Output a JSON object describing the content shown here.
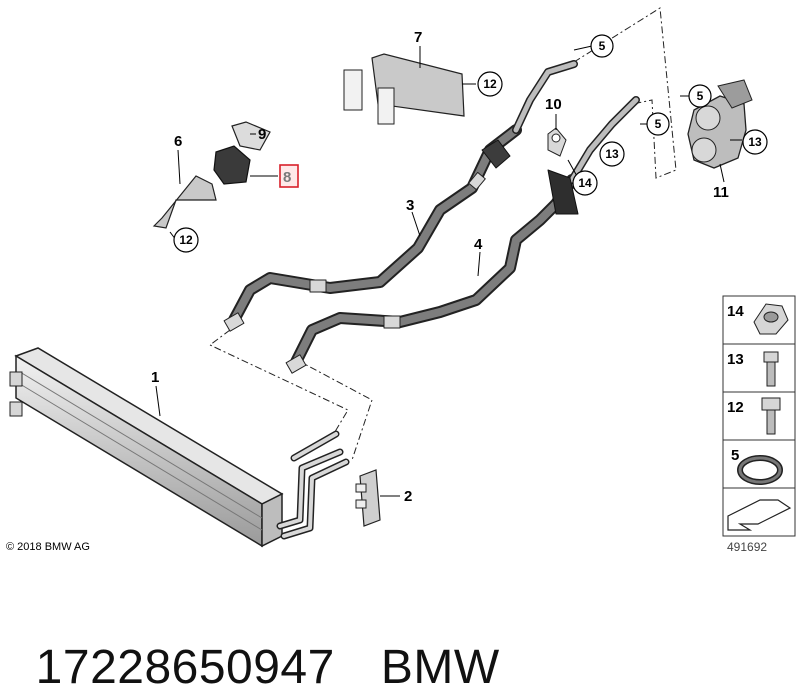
{
  "callouts": {
    "c1": "1",
    "c2": "2",
    "c3": "3",
    "c4": "4",
    "c5a": "5",
    "c5b": "5",
    "c5c": "5",
    "c6": "6",
    "c7": "7",
    "c8": "8",
    "c9": "9",
    "c10": "10",
    "c11": "11",
    "c12a": "12",
    "c12b": "12",
    "c13a": "13",
    "c13b": "13",
    "c14": "14"
  },
  "legend": {
    "l14": "14",
    "l13": "13",
    "l12": "12",
    "l5": "5"
  },
  "highlight_color": "#d9202a",
  "copyright": "© 2018 BMW AG",
  "diagram_id": "491692",
  "part_number": "17228650947",
  "brand": "BMW"
}
